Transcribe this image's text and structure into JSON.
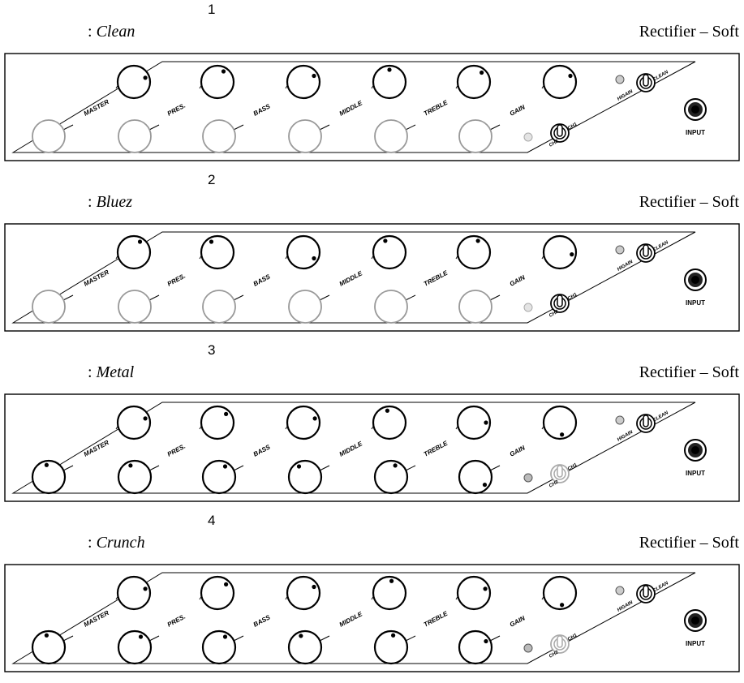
{
  "amp_model": "Rectifier – Soft",
  "input_label": "INPUT",
  "switch_labels": {
    "ch_switch": [
      "CH2",
      "CH1"
    ],
    "mode_switch": [
      "HIGAIN",
      "CLEAN"
    ]
  },
  "knob_labels": [
    "MASTER",
    "PRES.",
    "BASS",
    "MIDDLE",
    "TREBLE",
    "GAIN"
  ],
  "settings": [
    {
      "number": "1",
      "name_prefix": ": ",
      "name": "Clean",
      "channel": "CH1",
      "ch1_knobs_angle_deg": [
        -20,
        -60,
        -30,
        -90,
        -50,
        -30
      ],
      "ch2_active": false,
      "ch2_knobs_angle_deg": null
    },
    {
      "number": "2",
      "name_prefix": ": ",
      "name": "Bluez",
      "channel": "CH1",
      "ch1_knobs_angle_deg": [
        -60,
        -120,
        30,
        -110,
        -70,
        10
      ],
      "ch2_active": false,
      "ch2_knobs_angle_deg": null
    },
    {
      "number": "3",
      "name_prefix": ": ",
      "name": "Metal",
      "channel": "CH2",
      "ch1_knobs_angle_deg": [
        -20,
        -45,
        -20,
        -100,
        0,
        80
      ],
      "ch2_knobs_angle_deg": [
        -100,
        -110,
        -60,
        -120,
        -70,
        40
      ],
      "ch2_active": true
    },
    {
      "number": "4",
      "name_prefix": ": ",
      "name": "Crunch",
      "channel": "CH2",
      "ch1_knobs_angle_deg": [
        -20,
        -45,
        -30,
        -80,
        -20,
        80
      ],
      "ch2_knobs_angle_deg": [
        -100,
        -60,
        -60,
        -110,
        -80,
        -30
      ],
      "ch2_active": true
    }
  ]
}
